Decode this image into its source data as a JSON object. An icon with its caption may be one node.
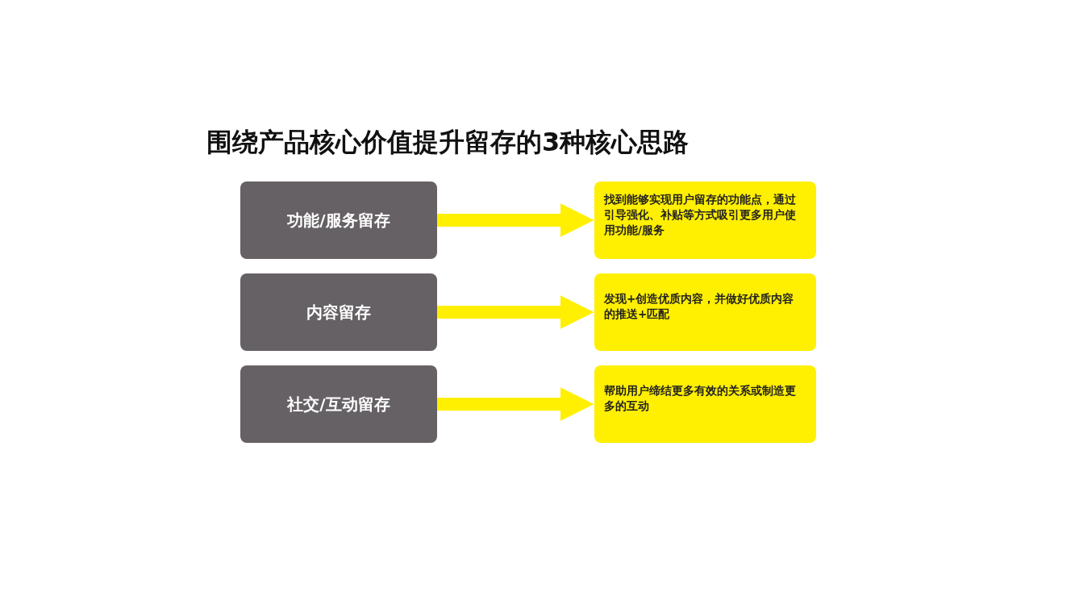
{
  "diagram": {
    "title": "围绕产品核心价值提升留存的3种核心思路",
    "nodes": [
      {
        "text": [
          "功能/服务留存"
        ]
      },
      {
        "text": [
          "找到能够实现用户留存的功能点，通过引导强化、补贴等方式吸引更多用户使用功能/服务"
        ]
      },
      {
        "text": [
          "内容留存"
        ]
      },
      {
        "text": [
          "发现+创造优质内容，并做好优质内容的推送+匹配"
        ]
      },
      {
        "text": [
          "社交/互动留存"
        ]
      },
      {
        "text": [
          "帮助用户缔结更多有效的关系或制造更多的互动"
        ]
      }
    ],
    "edges": [
      {
        "from": 0,
        "to": 1,
        "arrow": "to"
      },
      {
        "from": 2,
        "to": 3,
        "arrow": "to"
      },
      {
        "from": 4,
        "to": 5,
        "arrow": "to"
      }
    ]
  }
}
